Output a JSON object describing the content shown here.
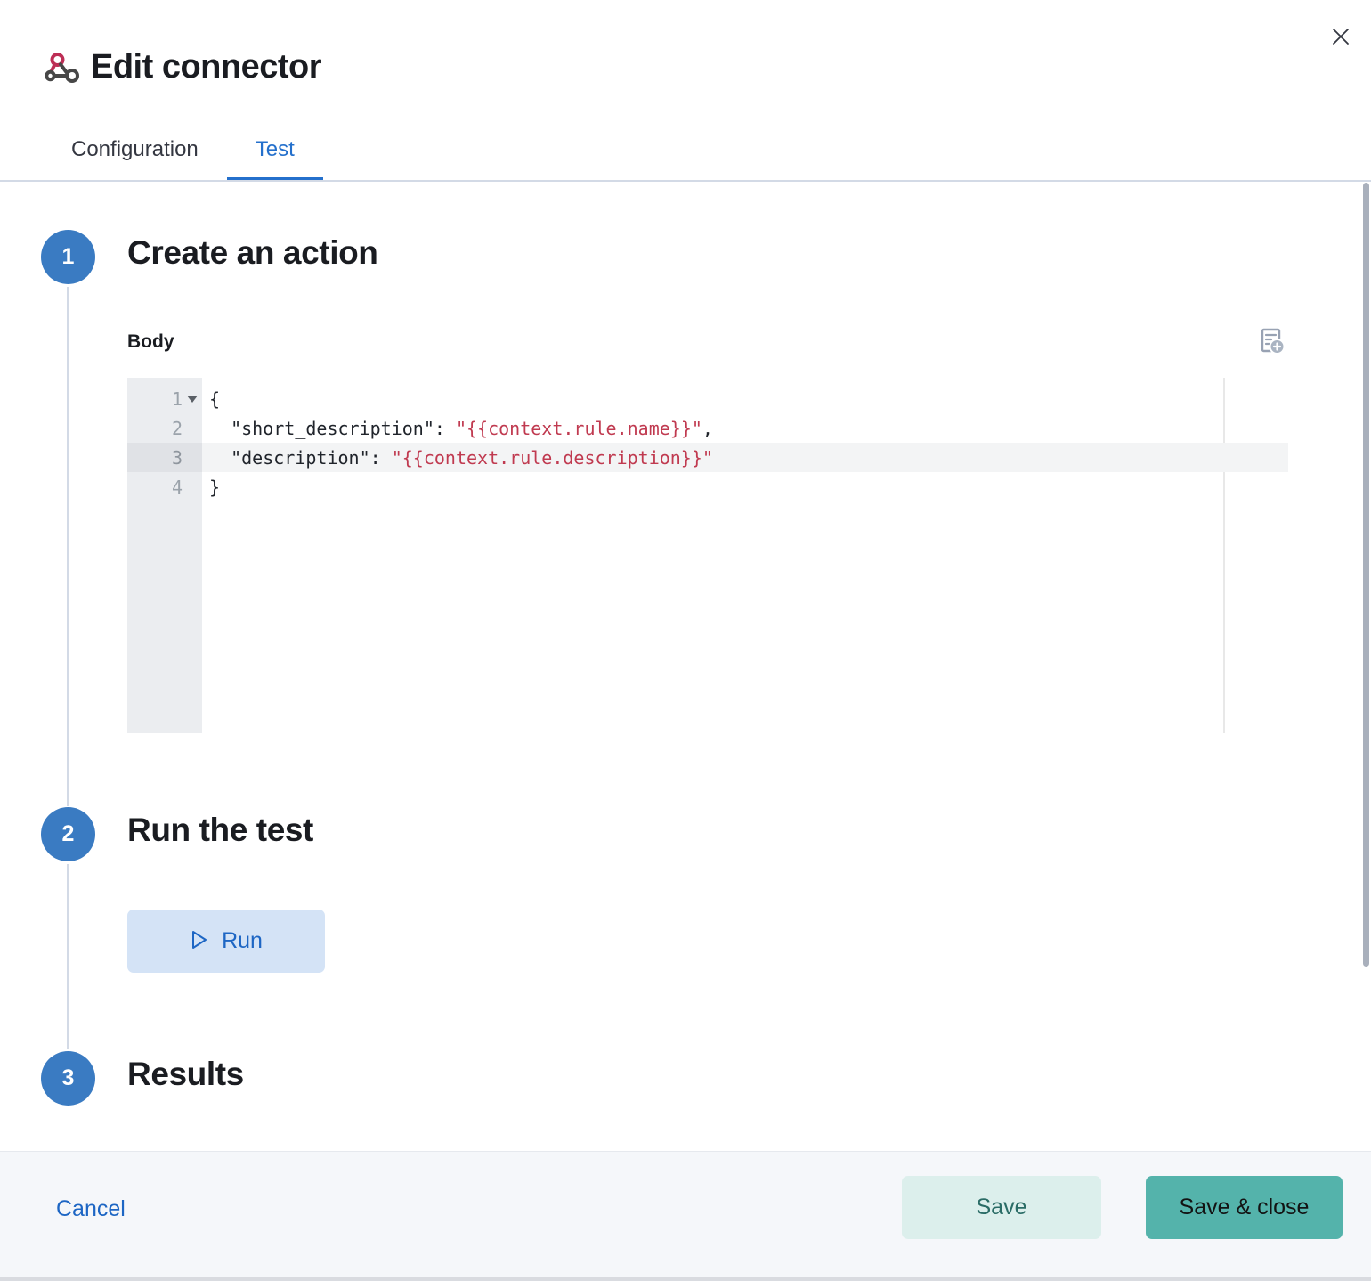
{
  "window": {
    "title": "Edit connector"
  },
  "tabs": {
    "configuration": "Configuration",
    "test": "Test",
    "active_tab": "Test"
  },
  "steps": {
    "one": {
      "number": "1",
      "title": "Create an action"
    },
    "two": {
      "number": "2",
      "title": "Run the test"
    },
    "three": {
      "number": "3",
      "title": "Results"
    }
  },
  "editor": {
    "label": "Body",
    "line1": {
      "num": "1",
      "text": "{"
    },
    "line2": {
      "num": "2",
      "key": "  \"short_description\": ",
      "value": "\"{{context.rule.name}}\"",
      "suffix": ","
    },
    "line3": {
      "num": "3",
      "key": "  \"description\": ",
      "value": "\"{{context.rule.description}}\"",
      "suffix": ""
    },
    "line4": {
      "num": "4",
      "text": "}"
    }
  },
  "actions": {
    "run": "Run"
  },
  "footer": {
    "cancel": "Cancel",
    "save": "Save",
    "save_close": "Save & close"
  },
  "icons": {
    "header": "webhook-icon",
    "close": "close-icon",
    "editor_action": "add-variable-icon",
    "run": "play-icon"
  },
  "colors": {
    "accent_blue": "#2470cc",
    "step_blue": "#3a7bc2",
    "code_red": "#c03a50",
    "teal": "#54b3ab",
    "teal_light": "#dcefec",
    "run_bg": "#d4e3f6",
    "footer_bg": "#f5f7fa",
    "gutter_bg": "#ebedf0",
    "divider": "#d3dae6"
  }
}
